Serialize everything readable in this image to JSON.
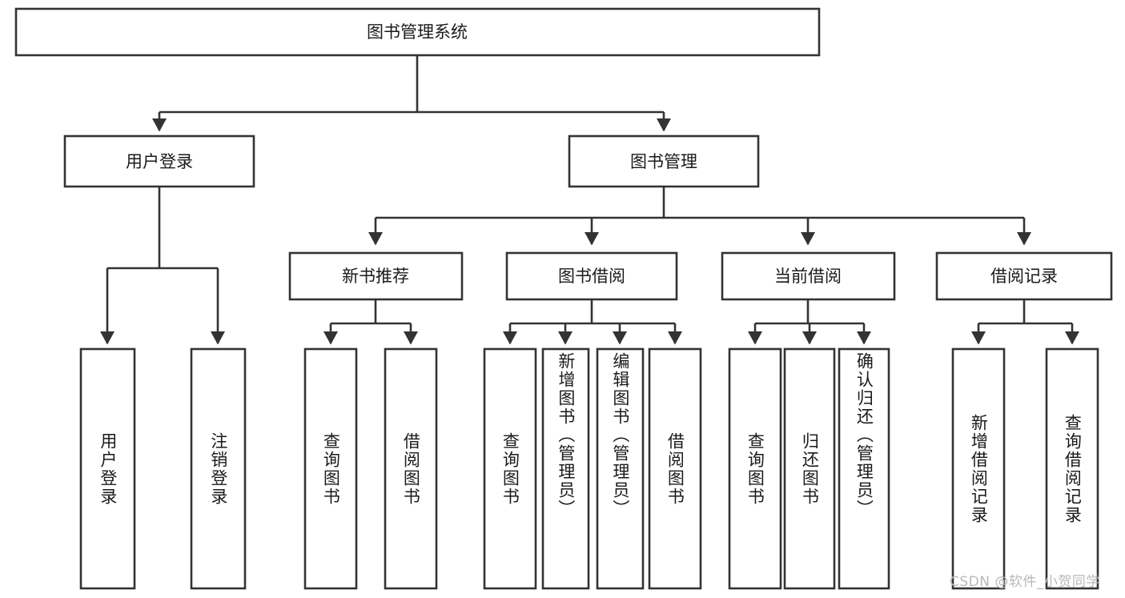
{
  "diagram": {
    "title": "图书管理系统",
    "type": "hierarchy-tree",
    "watermark": "CSDN @软件_小贺同学",
    "colors": {
      "box_stroke": "#333333",
      "box_fill": "#ffffff",
      "text": "#1a1a1a",
      "background": "#ffffff",
      "watermark": "#b8b8b8"
    },
    "root": {
      "label": "图书管理系统"
    },
    "level2": [
      {
        "label": "用户登录"
      },
      {
        "label": "图书管理"
      }
    ],
    "level3": [
      {
        "label": "新书推荐"
      },
      {
        "label": "图书借阅"
      },
      {
        "label": "当前借阅"
      },
      {
        "label": "借阅记录"
      }
    ],
    "leaves": {
      "user_login": [
        {
          "label": "用户登录"
        },
        {
          "label": "注销登录"
        }
      ],
      "new_book_recommend": [
        {
          "label": "查询图书"
        },
        {
          "label": "借阅图书"
        }
      ],
      "book_borrow": [
        {
          "label": "查询图书"
        },
        {
          "label": "新增图书（管理员）"
        },
        {
          "label": "编辑图书（管理员）"
        },
        {
          "label": "借阅图书"
        }
      ],
      "current_borrow": [
        {
          "label": "查询图书"
        },
        {
          "label": "归还图书"
        },
        {
          "label": "确认归还（管理员）"
        }
      ],
      "borrow_record": [
        {
          "label": "新增借阅记录"
        },
        {
          "label": "查询借阅记录"
        }
      ]
    }
  }
}
